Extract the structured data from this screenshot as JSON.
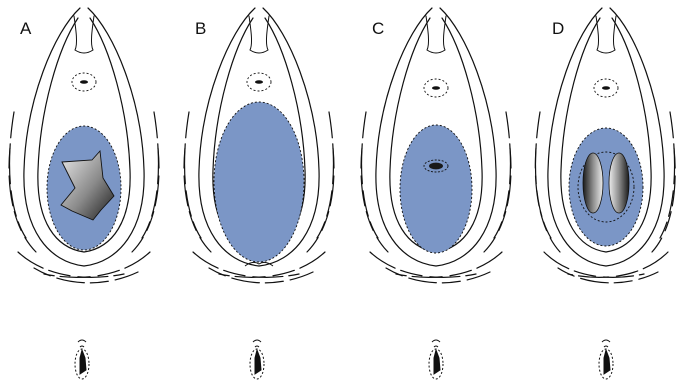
{
  "figure": {
    "panels": [
      {
        "letter": "A",
        "variant": "irregular-opening"
      },
      {
        "letter": "B",
        "variant": "imperforate"
      },
      {
        "letter": "C",
        "variant": "microperforate"
      },
      {
        "letter": "D",
        "variant": "septate"
      }
    ],
    "colors": {
      "membrane_fill": "#7b96c6",
      "line": "#111111",
      "opening_dark": "#1a1a1a",
      "opening_light": "#e4e4e4"
    },
    "icons": [
      "vulva-outline-icon",
      "urethral-meatus-icon",
      "hymen-membrane-icon",
      "small-outline-icon"
    ]
  }
}
